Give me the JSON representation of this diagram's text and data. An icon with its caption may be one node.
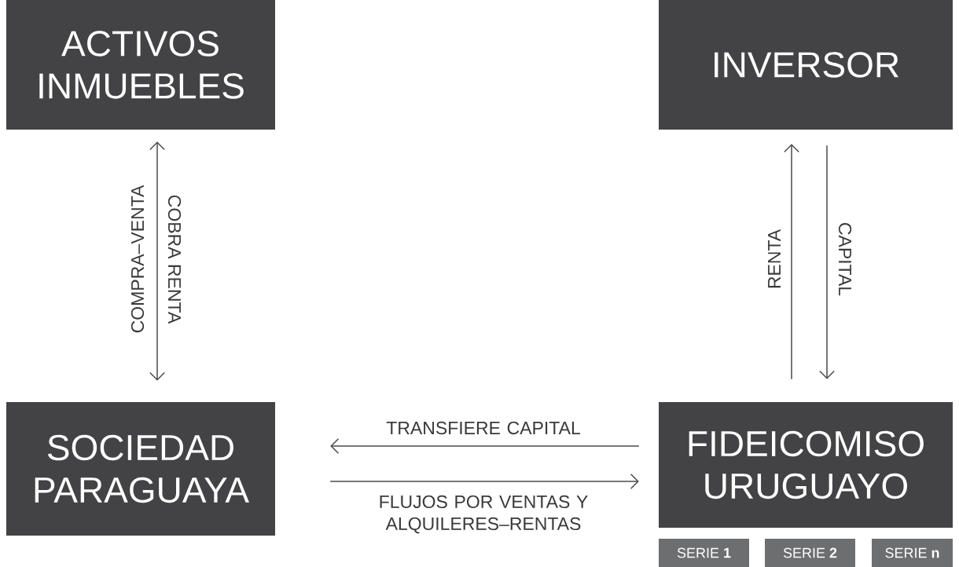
{
  "diagram": {
    "nodes": [
      {
        "text": [
          "ACTIVOS INMUEBLES"
        ]
      },
      {
        "text": [
          "INVERSOR"
        ]
      },
      {
        "text": [
          "SOCIEDAD PARAGUAYA"
        ]
      },
      {
        "text": [
          "FIDEICOMISO URUGUAYO"
        ]
      },
      {
        "text": [
          "SERIE **1**"
        ]
      },
      {
        "text": [
          "SERIE **2**"
        ]
      },
      {
        "text": [
          "SERIE **n**"
        ]
      }
    ],
    "edges": [
      {
        "from": 0,
        "to": 2,
        "arrow": "both",
        "label": "COMPRA–VENTA"
      },
      {
        "from": 3,
        "to": 1,
        "arrow": "to",
        "label": "RENTA"
      },
      {
        "from": 1,
        "to": 3,
        "arrow": "to",
        "label": "CAPITAL"
      },
      {
        "from": 3,
        "to": 2,
        "arrow": "to",
        "label": "TRANSFIERE CAPITAL"
      },
      {
        "from": 2,
        "to": 3,
        "arrow": "to",
        "label": "FLUJOS POR VENTAS Y ALQUILERES–RENTAS"
      }
    ],
    "labels": [
      "COBRA RENTA"
    ]
  }
}
